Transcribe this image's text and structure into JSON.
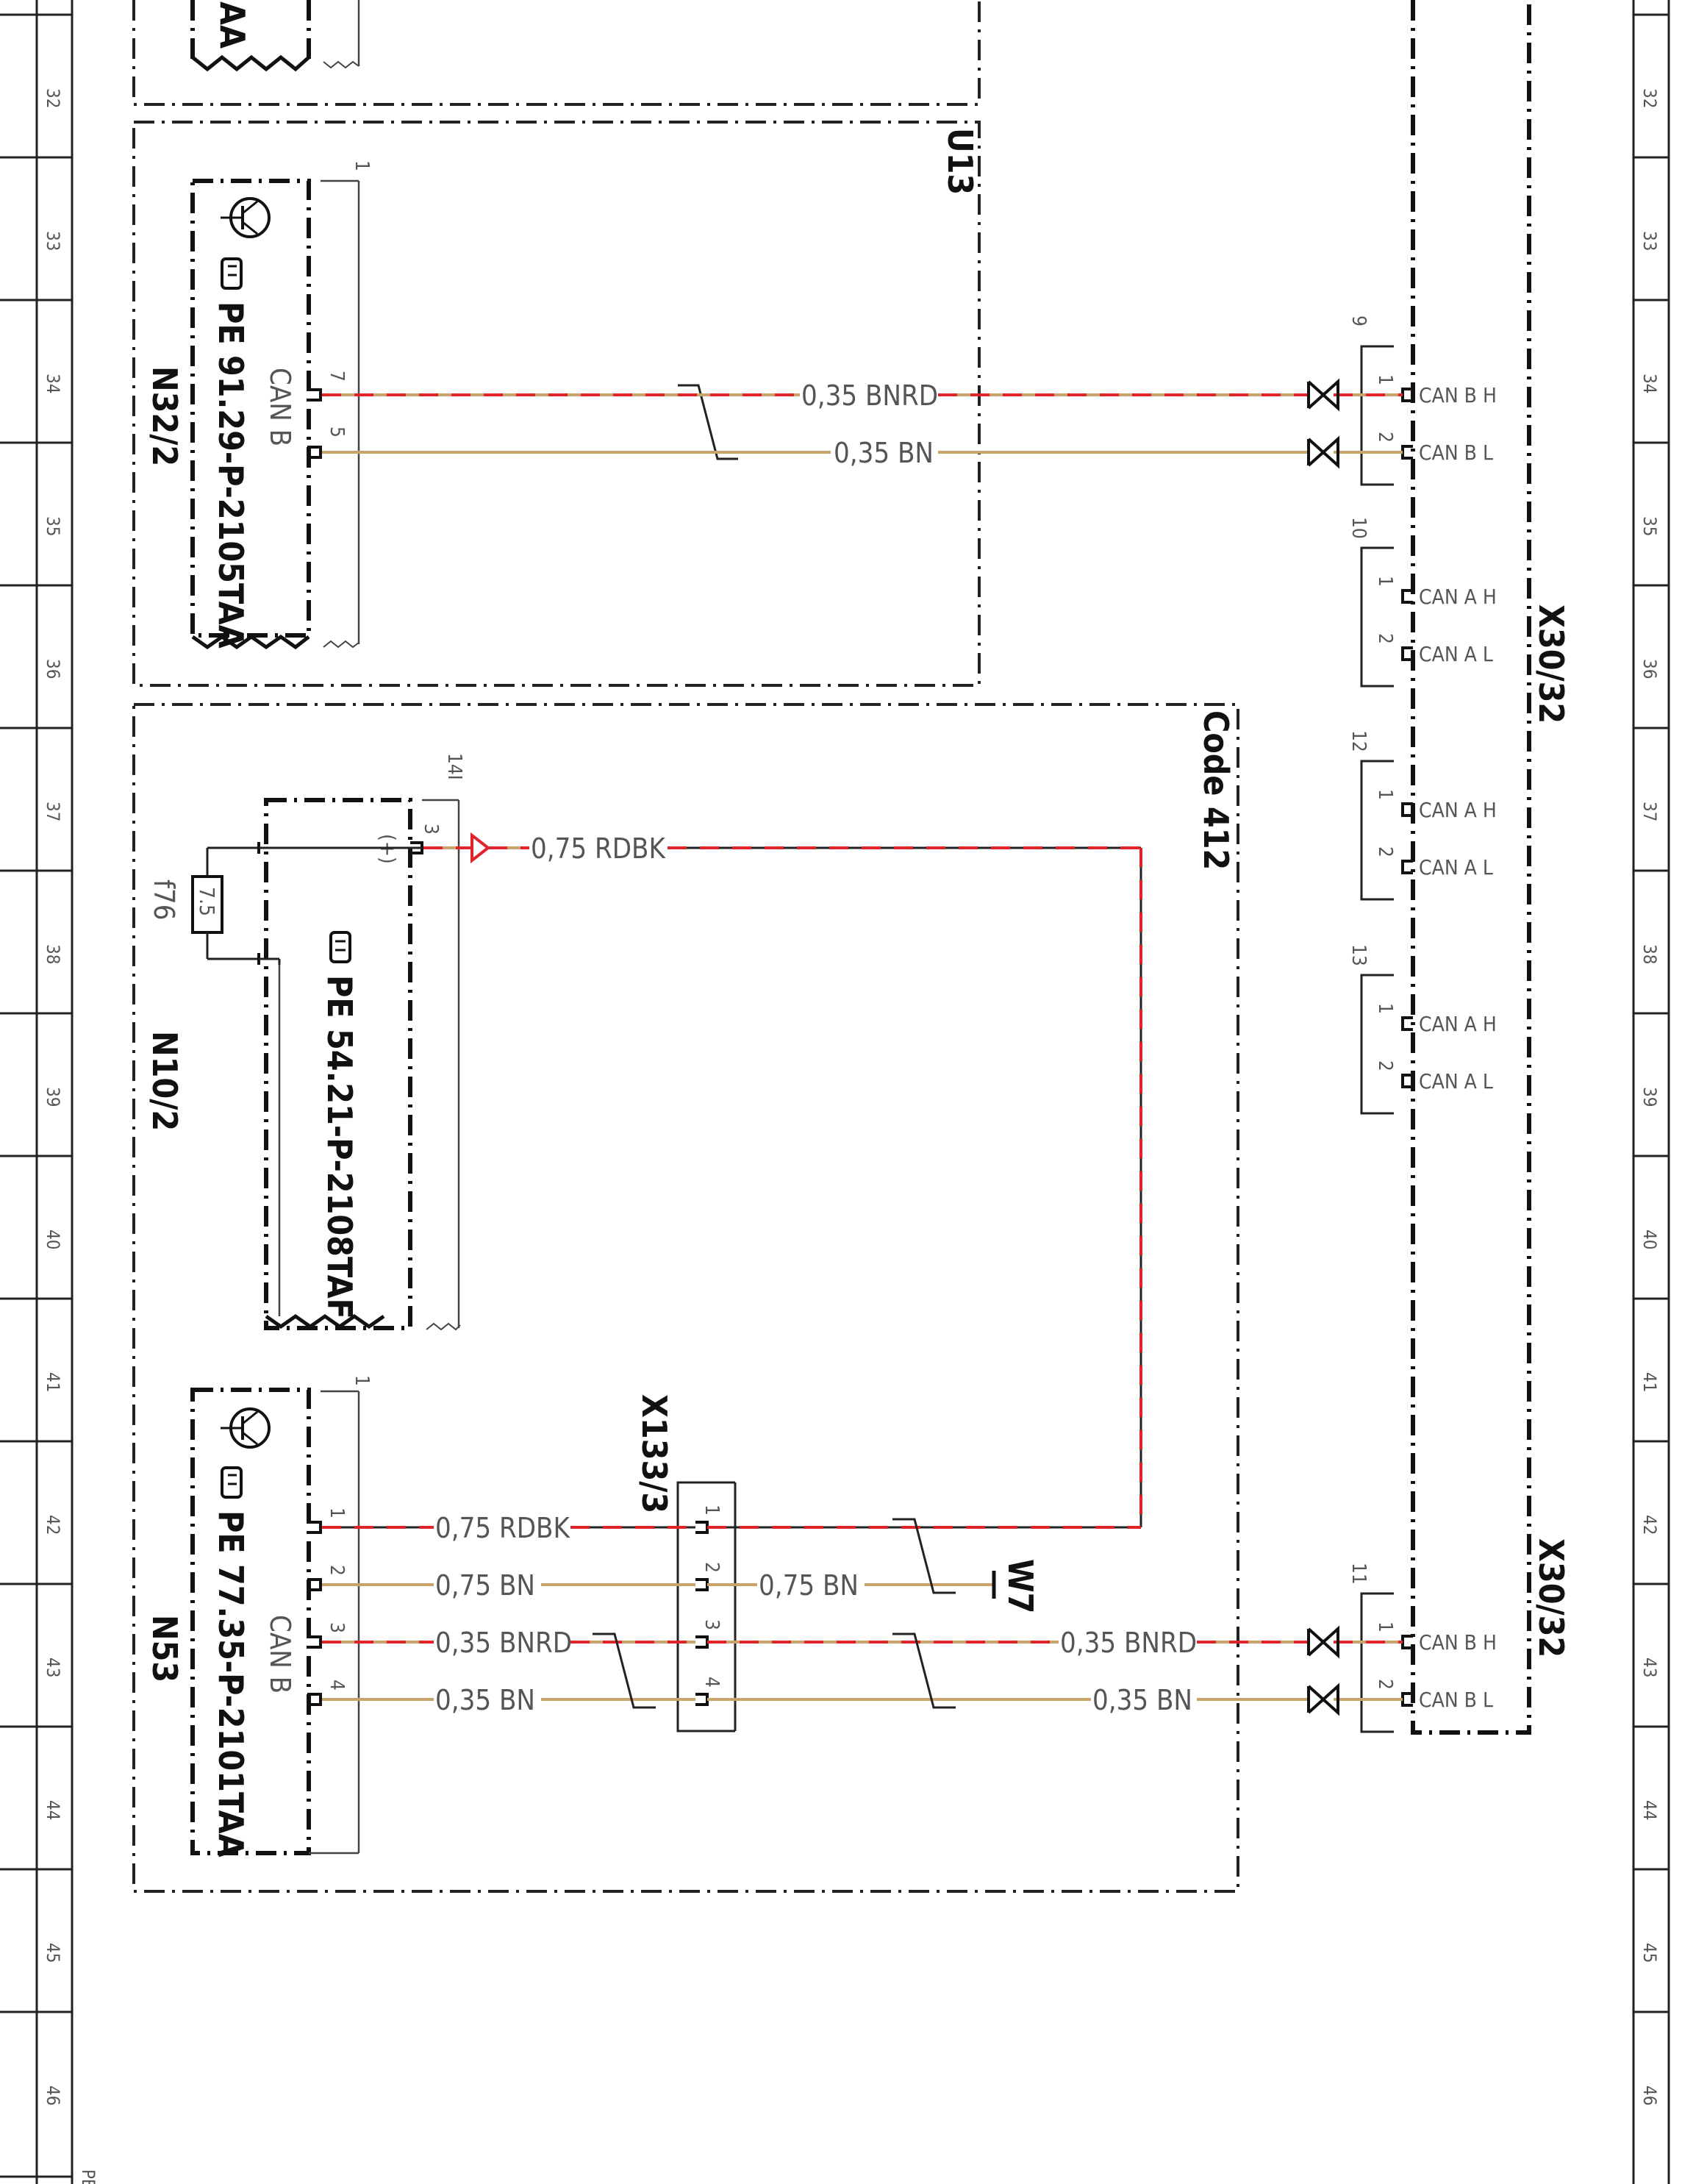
{
  "grid": {
    "rows": [
      "32",
      "33",
      "34",
      "35",
      "36",
      "37",
      "38",
      "39",
      "40",
      "41",
      "42",
      "43",
      "44",
      "45",
      "46"
    ],
    "corner_label": "PE"
  },
  "modules": {
    "top_fragment": {
      "pe_text": "AA"
    },
    "u13": {
      "label": "U13"
    },
    "n32_2": {
      "name": "N32/2",
      "pe_text": "PE 91.29-P-2105TAA",
      "can_label": "CAN B",
      "pin_top": "1",
      "pin_a": "7",
      "pin_b": "5"
    },
    "code412": {
      "label": "Code 412"
    },
    "n10_2": {
      "name": "N10/2",
      "pe_text": "PE 54.21-P-2108TAF",
      "plus": "(+)",
      "pin": "3",
      "pin_top": "14I",
      "fuse_name": "f76",
      "fuse_value": "7.5"
    },
    "n53": {
      "name": "N53",
      "pe_text": "PE 77.35-P-2101TAA",
      "can_label": "CAN B",
      "pin_top": "1",
      "pins": [
        "1",
        "2",
        "3",
        "4"
      ]
    },
    "x133_3": {
      "name": "X133/3",
      "pins": [
        "1",
        "2",
        "3",
        "4"
      ]
    },
    "w7": {
      "name": "W7"
    },
    "x30_32_a": {
      "name": "X30/32"
    },
    "x30_32_b": {
      "name": "X30/32"
    }
  },
  "wires": {
    "w_n32_h": "0,35 BNRD",
    "w_n32_l": "0,35 BN",
    "w_n10_out": "0,75 RDBK",
    "w_n53_1": "0,75 RDBK",
    "w_n53_2": "0,75 BN",
    "w_n53_3": "0,35 BNRD",
    "w_n53_4": "0,35 BN",
    "w_x133_2": "0,75 BN",
    "w_x133_3": "0,35 BNRD",
    "w_x133_4": "0,35 BN"
  },
  "connectors": {
    "c9": {
      "num": "9",
      "pins": [
        "1",
        "2"
      ],
      "labels": [
        "CAN B H",
        "CAN B L"
      ]
    },
    "c10": {
      "num": "10",
      "pins": [
        "1",
        "2"
      ],
      "labels": [
        "CAN A H",
        "CAN A L"
      ]
    },
    "c12": {
      "num": "12",
      "pins": [
        "1",
        "2"
      ],
      "labels": [
        "CAN A H",
        "CAN A L"
      ]
    },
    "c13": {
      "num": "13",
      "pins": [
        "1",
        "2"
      ],
      "labels": [
        "CAN A H",
        "CAN A L"
      ]
    },
    "c11": {
      "num": "11",
      "pins": [
        "1",
        "2"
      ],
      "labels": [
        "CAN B H",
        "CAN B L"
      ]
    }
  },
  "colors": {
    "wire_brown": "#c8a46a",
    "wire_red": "#e0242a",
    "line": "#222222"
  }
}
